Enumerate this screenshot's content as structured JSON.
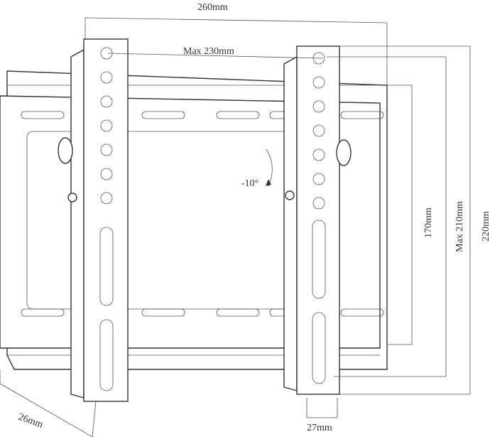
{
  "title": "TV wall mount dimension drawing",
  "labels": {
    "width_overall": "260mm",
    "max_horizontal": "Max 230mm",
    "tilt": "-10°",
    "height_plate": "170mm",
    "max_vertical": "Max 210mm",
    "height_overall": "220mm",
    "depth": "26mm",
    "arm_width": "27mm"
  }
}
